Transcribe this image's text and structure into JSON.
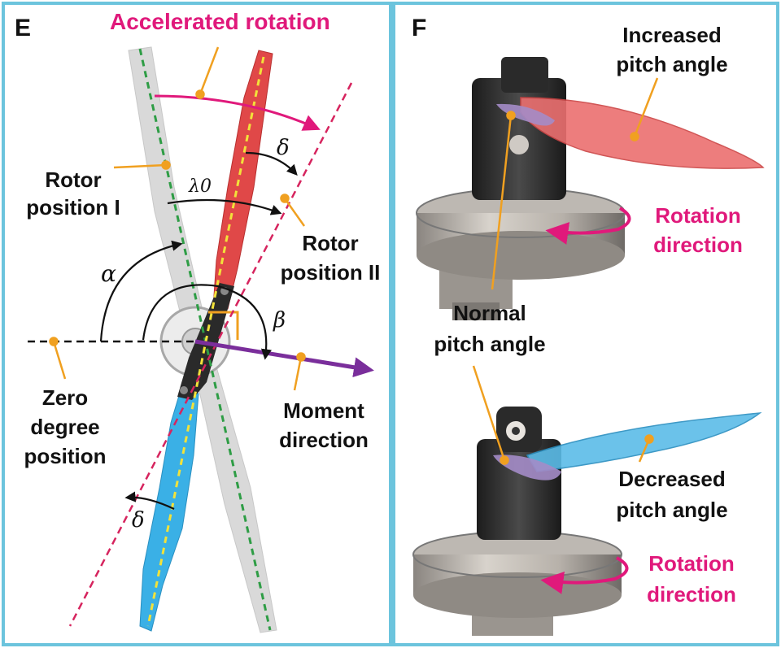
{
  "panels": {
    "left": {
      "letter": "E",
      "labels": {
        "accelerated_rotation": "Accelerated rotation",
        "rotor_position_1_line1": "Rotor",
        "rotor_position_1_line2": "position I",
        "rotor_position_2_line1": "Rotor",
        "rotor_position_2_line2": "position II",
        "zero_degree_line1": "Zero",
        "zero_degree_line2": "degree",
        "zero_degree_line3": "position",
        "moment_line1": "Moment",
        "moment_line2": "direction"
      },
      "symbols": {
        "alpha": "α",
        "beta": "β",
        "delta_top": "δ",
        "delta_bottom": "δ",
        "lambda_zero": "λ0"
      }
    },
    "right": {
      "letter": "F",
      "labels": {
        "increased_line1": "Increased",
        "increased_line2": "pitch angle",
        "rotation_top_line1": "Rotation",
        "rotation_top_line2": "direction",
        "normal_line1": "Normal",
        "normal_line2": "pitch angle",
        "decreased_line1": "Decreased",
        "decreased_line2": "pitch angle",
        "rotation_bottom_line1": "Rotation",
        "rotation_bottom_line2": "direction"
      }
    }
  },
  "colors": {
    "panel_border": "#6cc4dd",
    "magenta": "#e0197b",
    "leader": "#f0a020",
    "moment_arrow": "#7a2e9b",
    "green_dash": "#2e9d45",
    "yellow_dash": "#f2e23a",
    "red_blade": "#e04848",
    "blue_blade": "#3ab0e6",
    "grey_blade": "#d9d9d9",
    "pink_dash": "#d6245e"
  }
}
